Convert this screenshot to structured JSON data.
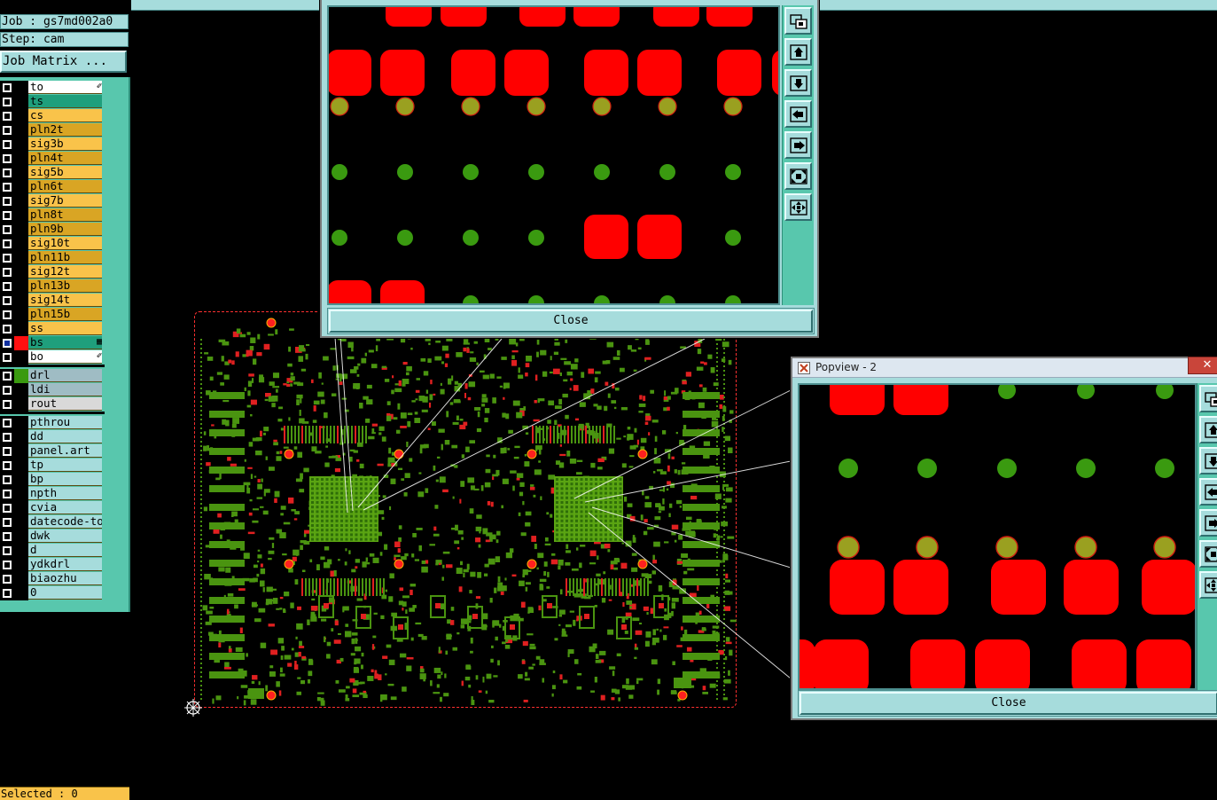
{
  "job": {
    "job_line": "Job : gs7md002a0",
    "step_line": "Step: cam",
    "matrix_button": "Job Matrix ..."
  },
  "layers": [
    {
      "name": "to",
      "color": "#ffffff",
      "flag": "✐",
      "checked": false,
      "group": 0
    },
    {
      "name": "ts",
      "color": "#1f9f7c",
      "flag": "",
      "checked": false,
      "group": 0
    },
    {
      "name": "cs",
      "color": "#f9c34a",
      "flag": "",
      "checked": false,
      "group": 0
    },
    {
      "name": "pln2t",
      "color": "#d9a524",
      "flag": "",
      "checked": false,
      "group": 0
    },
    {
      "name": "sig3b",
      "color": "#f9c34a",
      "flag": "",
      "checked": false,
      "group": 0
    },
    {
      "name": "pln4t",
      "color": "#d9a524",
      "flag": "",
      "checked": false,
      "group": 0
    },
    {
      "name": "sig5b",
      "color": "#f9c34a",
      "flag": "",
      "checked": false,
      "group": 0
    },
    {
      "name": "pln6t",
      "color": "#d9a524",
      "flag": "",
      "checked": false,
      "group": 0
    },
    {
      "name": "sig7b",
      "color": "#f9c34a",
      "flag": "",
      "checked": false,
      "group": 0
    },
    {
      "name": "pln8t",
      "color": "#d9a524",
      "flag": "",
      "checked": false,
      "group": 0
    },
    {
      "name": "pln9b",
      "color": "#d9a524",
      "flag": "",
      "checked": false,
      "group": 0
    },
    {
      "name": "sig10t",
      "color": "#f9c34a",
      "flag": "",
      "checked": false,
      "group": 0
    },
    {
      "name": "pln11b",
      "color": "#d9a524",
      "flag": "",
      "checked": false,
      "group": 0
    },
    {
      "name": "sig12t",
      "color": "#f9c34a",
      "flag": "",
      "checked": false,
      "group": 0
    },
    {
      "name": "pln13b",
      "color": "#d9a524",
      "flag": "",
      "checked": false,
      "group": 0
    },
    {
      "name": "sig14t",
      "color": "#f9c34a",
      "flag": "",
      "checked": false,
      "group": 0
    },
    {
      "name": "pln15b",
      "color": "#d9a524",
      "flag": "",
      "checked": false,
      "group": 0
    },
    {
      "name": "ss",
      "color": "#f9c34a",
      "flag": "",
      "checked": false,
      "group": 0
    },
    {
      "name": "bs",
      "color": "#1f9f7c",
      "flag": "▦",
      "checked": true,
      "swatch": "#ff1010",
      "group": 0
    },
    {
      "name": "bo",
      "color": "#ffffff",
      "flag": "✐",
      "checked": false,
      "group": 0
    },
    {
      "name": "drl",
      "color": "#9fbcc4",
      "flag": "",
      "checked": false,
      "swatch": "#3a9a10",
      "group": 1
    },
    {
      "name": "ldi",
      "color": "#9fbcc4",
      "flag": "",
      "checked": false,
      "group": 1
    },
    {
      "name": "rout",
      "color": "#d9d9d9",
      "flag": "",
      "checked": false,
      "group": 1
    },
    {
      "name": "pthrou",
      "color": "#a6dcdc",
      "flag": "",
      "checked": false,
      "group": 2
    },
    {
      "name": "dd",
      "color": "#a6dcdc",
      "flag": "",
      "checked": false,
      "group": 2
    },
    {
      "name": "panel.art",
      "color": "#a6dcdc",
      "flag": "",
      "checked": false,
      "group": 2
    },
    {
      "name": "tp",
      "color": "#a6dcdc",
      "flag": "",
      "checked": false,
      "group": 2
    },
    {
      "name": "bp",
      "color": "#a6dcdc",
      "flag": "",
      "checked": false,
      "group": 2
    },
    {
      "name": "npth",
      "color": "#a6dcdc",
      "flag": "",
      "checked": false,
      "group": 2
    },
    {
      "name": "cvia",
      "color": "#a6dcdc",
      "flag": "",
      "checked": false,
      "group": 2
    },
    {
      "name": "datecode-to",
      "color": "#a6dcdc",
      "flag": "",
      "checked": false,
      "group": 2
    },
    {
      "name": "dwk",
      "color": "#a6dcdc",
      "flag": "",
      "checked": false,
      "group": 2
    },
    {
      "name": "d",
      "color": "#a6dcdc",
      "flag": "",
      "checked": false,
      "group": 2
    },
    {
      "name": "ydkdrl",
      "color": "#a6dcdc",
      "flag": "",
      "checked": false,
      "group": 2
    },
    {
      "name": "biaozhu",
      "color": "#a6dcdc",
      "flag": "",
      "checked": false,
      "group": 2
    },
    {
      "name": "0",
      "color": "#a6dcdc",
      "flag": "",
      "checked": false,
      "group": 2
    }
  ],
  "status": {
    "selected": "Selected : 0"
  },
  "popview1": {
    "close_label": "Close"
  },
  "popview2": {
    "title": "Popview - 2",
    "close_label": "Close",
    "close_x": "✕"
  },
  "toolbar_icons": [
    "zoom-home-icon",
    "pan-up-icon",
    "pan-down-icon",
    "pan-left-icon",
    "pan-right-icon",
    "zoom-fit-icon",
    "zoom-center-icon"
  ],
  "colors": {
    "pad_red": "#ff0000",
    "via_green": "#3a9a10",
    "via_olive": "#9aa020",
    "board_outline": "#ff3030",
    "panel_teal": "#58c7ad",
    "panel_light": "#a6dcdc"
  }
}
